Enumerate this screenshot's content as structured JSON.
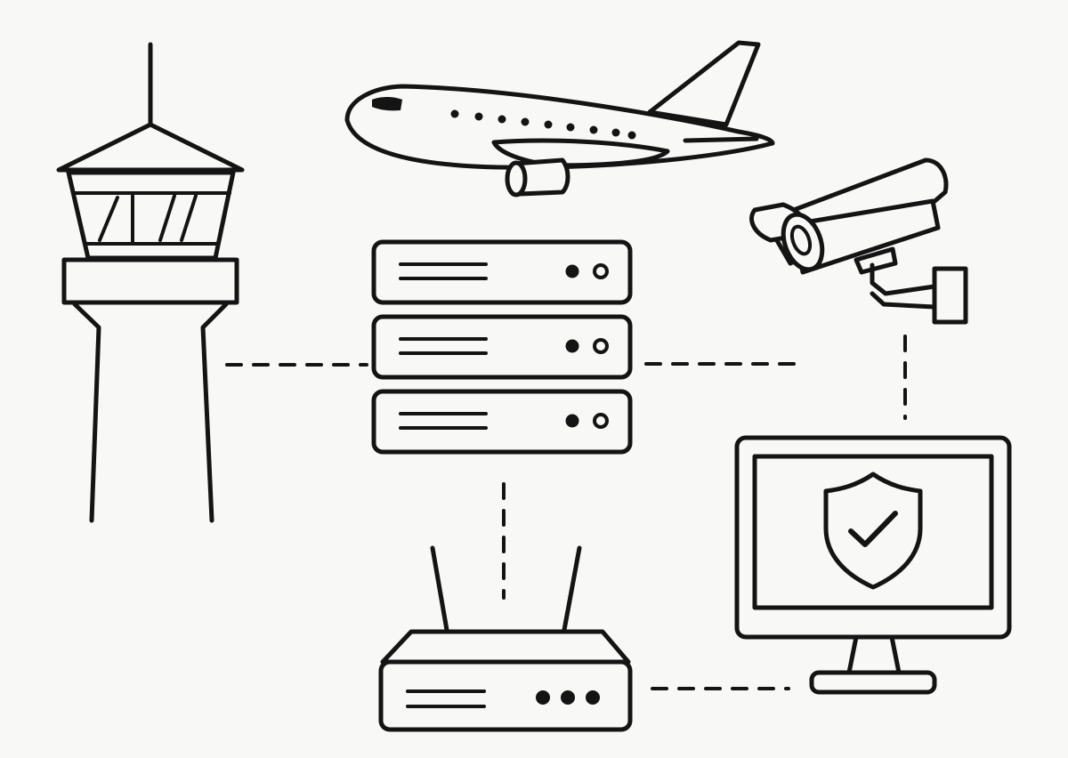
{
  "diagram": {
    "type": "network-illustration",
    "colors": {
      "background": "#f8f8f6",
      "ink": "#141414"
    },
    "nodes": [
      {
        "id": "control-tower",
        "icon": "control-tower-icon"
      },
      {
        "id": "airplane",
        "icon": "airplane-icon"
      },
      {
        "id": "server-stack",
        "icon": "server-rack-icon"
      },
      {
        "id": "security-camera",
        "icon": "security-camera-icon"
      },
      {
        "id": "router",
        "icon": "router-icon"
      },
      {
        "id": "security-monitor",
        "icon": "shield-check-monitor-icon"
      }
    ],
    "connections": [
      {
        "from": "control-tower",
        "to": "server-stack",
        "style": "dashed"
      },
      {
        "from": "server-stack",
        "to": "security-camera",
        "style": "dashed"
      },
      {
        "from": "server-stack",
        "to": "router",
        "style": "dashed"
      },
      {
        "from": "security-camera",
        "to": "security-monitor",
        "style": "dashed"
      },
      {
        "from": "router",
        "to": "security-monitor",
        "style": "dashed"
      }
    ]
  }
}
